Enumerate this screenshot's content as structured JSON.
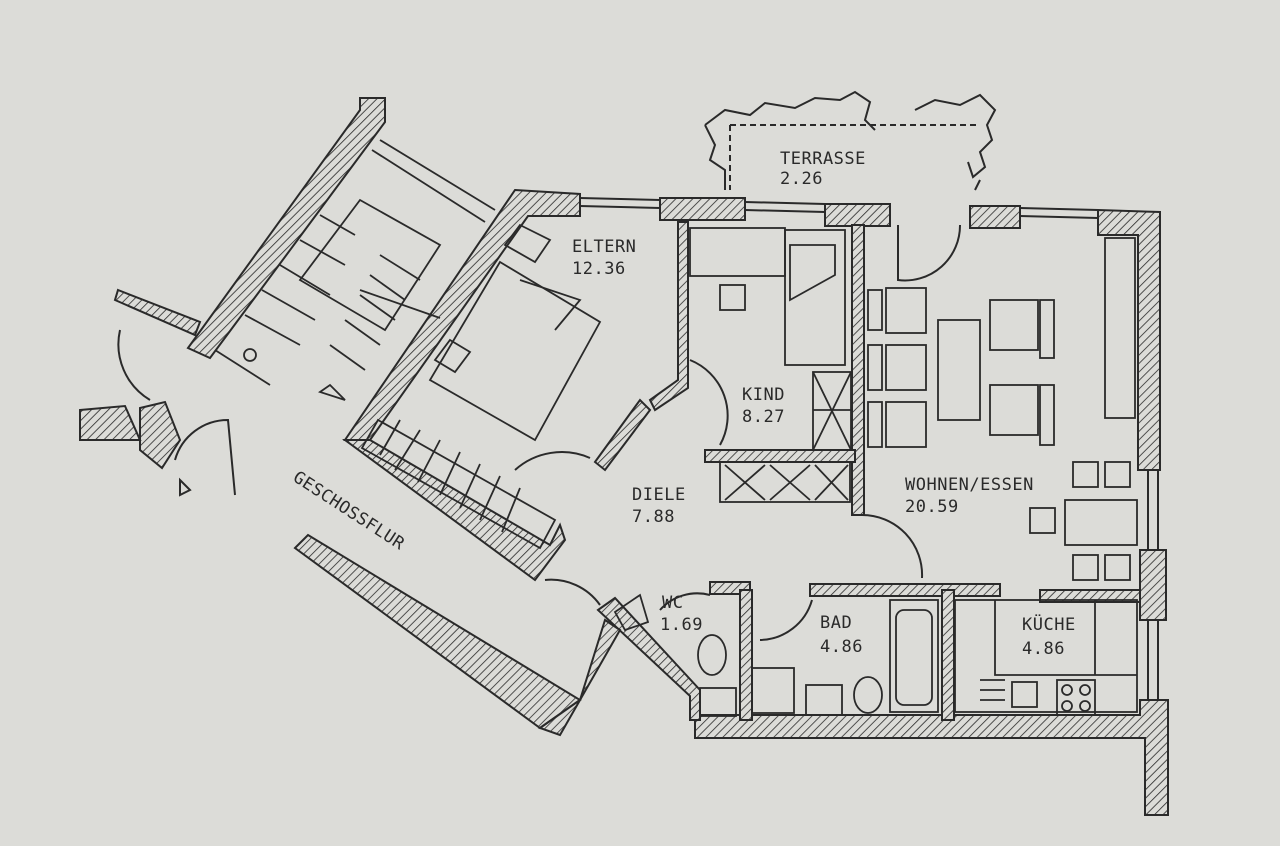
{
  "rooms": {
    "terrasse": {
      "name": "TERRASSE",
      "area": "2.26"
    },
    "eltern": {
      "name": "ELTERN",
      "area": "12.36"
    },
    "kind": {
      "name": "KIND",
      "area": "8.27"
    },
    "wohnen": {
      "name": "WOHNEN/ESSEN",
      "area": "20.59"
    },
    "diele": {
      "name": "DIELE",
      "area": "7.88"
    },
    "wc": {
      "name": "WC",
      "area": "1.69"
    },
    "bad": {
      "name": "BAD",
      "area": "4.86"
    },
    "kueche": {
      "name": "KÜCHE",
      "area": "4.86"
    }
  },
  "corridor": {
    "name": "GESCHOSSFLUR"
  },
  "colors": {
    "paper": "#dcdcd8",
    "ink": "#2a2a2a"
  }
}
